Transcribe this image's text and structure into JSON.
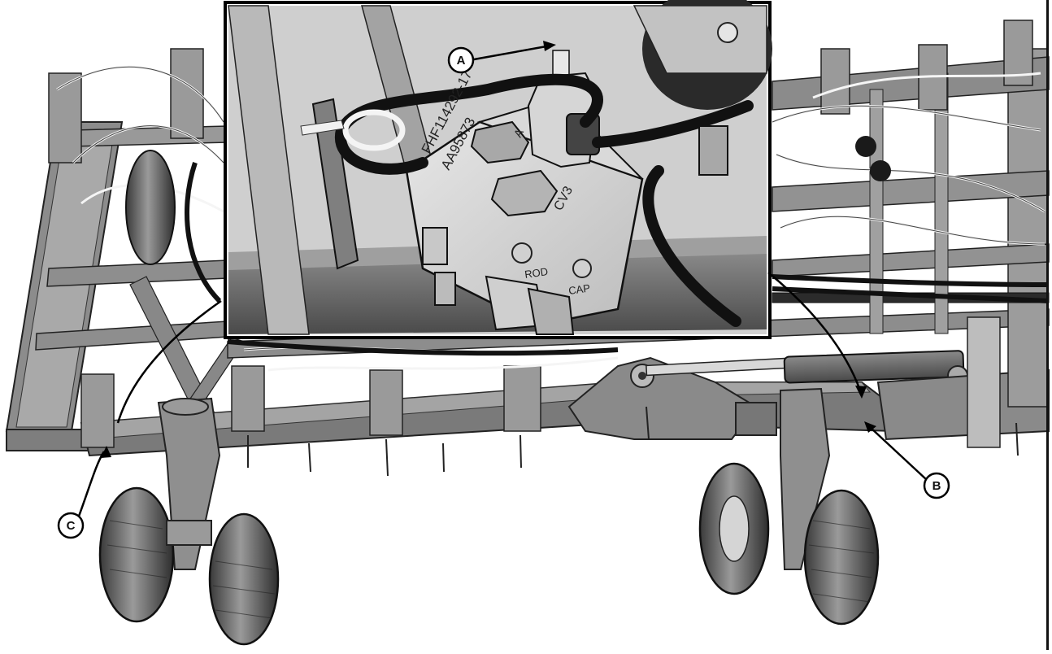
{
  "figure": {
    "callouts": {
      "a": "A",
      "b": "B",
      "c": "C"
    },
    "valve_block": {
      "part_number_line1": "FHF114292-17",
      "part_number_line2": "AA95873",
      "port_cv3": "CV3",
      "port_rod": "ROD",
      "port_cap": "CAP",
      "port_a": "A"
    }
  }
}
